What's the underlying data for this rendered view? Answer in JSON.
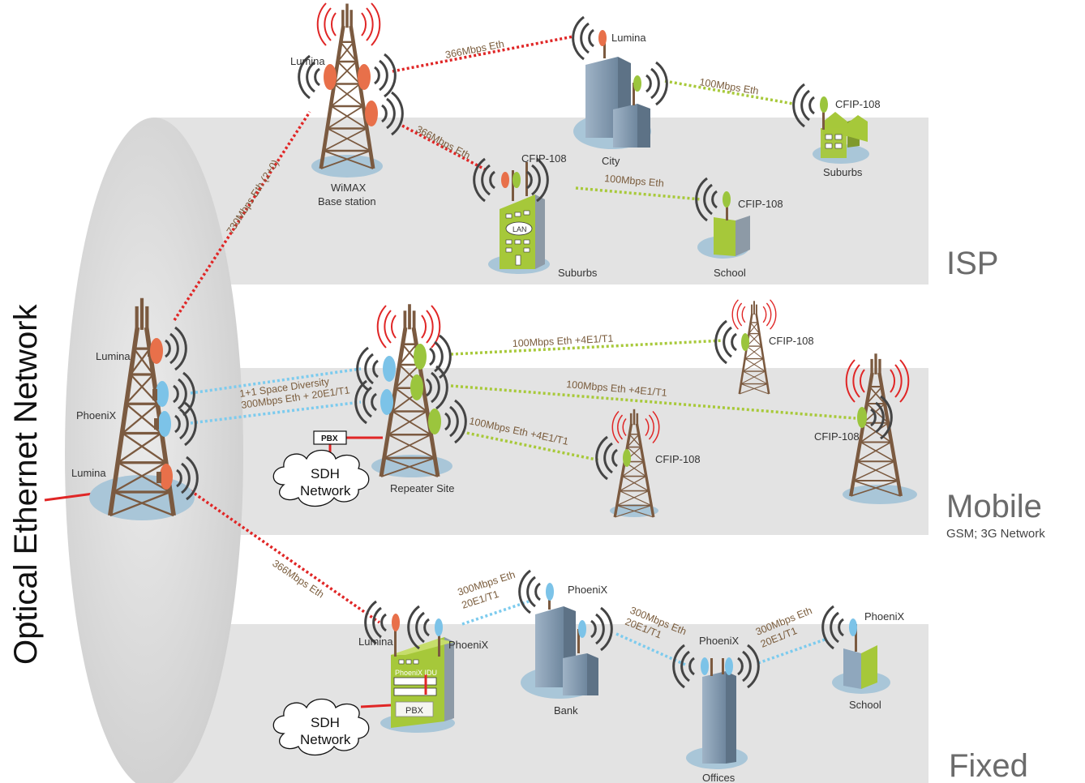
{
  "title": "Optical Ethernet Network",
  "segments": {
    "isp": "ISP",
    "mobile": "Mobile",
    "mobile_sub": "GSM; 3G Network",
    "fixed": "Fixed"
  },
  "nodes": {
    "main_lumina_top": "Lumina",
    "main_phoenix": "PhoeniX",
    "main_lumina_bottom": "Lumina",
    "wimax_lumina": "Lumina",
    "wimax_title": "WiMAX",
    "wimax_sub": "Base station",
    "city_lumina": "Lumina",
    "city": "City",
    "suburbs_cfip_top": "CFIP-108",
    "suburbs_top": "Suburbs",
    "suburbs_cfip_mid": "CFIP-108",
    "suburbs_mid": "Suburbs",
    "lan": "LAN",
    "school_cfip": "CFIP-108",
    "school_isp": "School",
    "repeater": "Repeater Site",
    "pbx_mobile": "PBX",
    "sdh_mobile_1": "SDH",
    "sdh_mobile_2": "Network",
    "cfip_m1": "CFIP-108",
    "cfip_m2": "CFIP-108",
    "cfip_m3": "CFIP-108",
    "idu_lumina": "Lumina",
    "idu_phoenix": "PhoeniX",
    "idu_label": "PhoeniX IDU",
    "idu_pbx": "PBX",
    "sdh_fixed_1": "SDH",
    "sdh_fixed_2": "Network",
    "bank_phoenix": "PhoeniX",
    "bank": "Bank",
    "offices_phoenix": "PhoeniX",
    "offices": "Offices",
    "school_phoenix": "PhoeniX",
    "school_fixed": "School"
  },
  "links": {
    "main_to_wimax": "730Mbps Eth (2+0)",
    "wimax_to_city": "366Mbps Eth",
    "city_to_suburbs": "100Mbps Eth",
    "wimax_to_suburbs": "366Mbps Eth",
    "suburbs_to_school": "100Mbps Eth",
    "diversity_1": "1+1 Space Diversity",
    "diversity_2": "300Mbps Eth + 20E1/T1",
    "rep_to_m1": "100Mbps Eth +4E1/T1",
    "rep_to_m3": "100Mbps Eth +4E1/T1",
    "rep_to_m2": "100Mbps Eth +4E1/T1",
    "main_to_idu": "366Mbps Eth",
    "idu_to_bank_1": "300Mbps Eth",
    "idu_to_bank_2": "20E1/T1",
    "bank_to_offices_1": "300Mbps Eth",
    "bank_to_offices_2": "20E1/T1",
    "offices_to_school_1": "300Mbps Eth",
    "offices_to_school_2": "20E1/T1"
  },
  "colors": {
    "band": "#e3e3e3",
    "ellipse": "#dcdcdc",
    "tower": "#7b5a40",
    "lumina": "#e8704a",
    "phoenix": "#7cc3e8",
    "cfip": "#9bc53d",
    "link_red": "#e02626",
    "link_green": "#a8c93a",
    "link_blue": "#7ccbee",
    "building_green": "#a6c83a",
    "building_blue": "#8fa7bd",
    "shadow": "#a9c6d8"
  }
}
